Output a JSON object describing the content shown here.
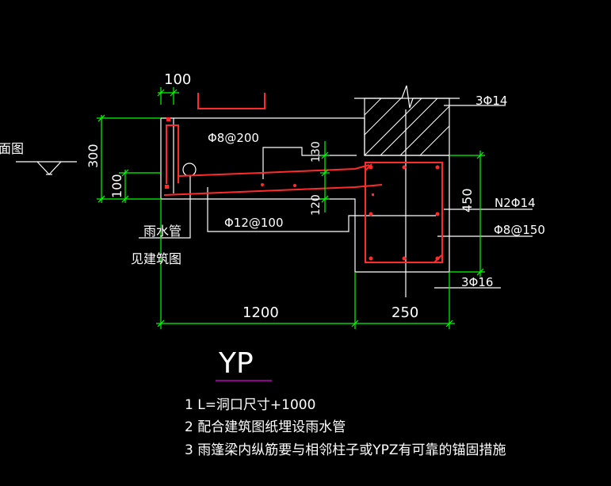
{
  "colors": {
    "background": "#000000",
    "outline": "#ffffff",
    "rebar": "#ff2a2a",
    "dimension": "#00ff00",
    "title_underline": "#c000c0"
  },
  "labels": {
    "top_chan": "100",
    "left_fragment": "面图",
    "height_300": "300",
    "height_100": "100",
    "bar_top": "Φ8@200",
    "dim_130": "130",
    "dim_120": "120",
    "bar_bottom": "Φ12@100",
    "pipe_line1": "雨水管",
    "pipe_line2": "见建筑图",
    "beam_top": "3Φ14",
    "beam_side": "N2Φ14",
    "beam_stirrup": "Φ8@150",
    "beam_height": "450",
    "beam_bottom": "3Φ16",
    "width_1200": "1200",
    "width_250": "250"
  },
  "title": "YP",
  "notes": [
    "1  L=洞口尺寸+1000",
    "2  配合建筑图纸埋设雨水管",
    "3  雨篷梁内纵筋要与相邻柱子或YPZ有可靠的锚固措施"
  ]
}
